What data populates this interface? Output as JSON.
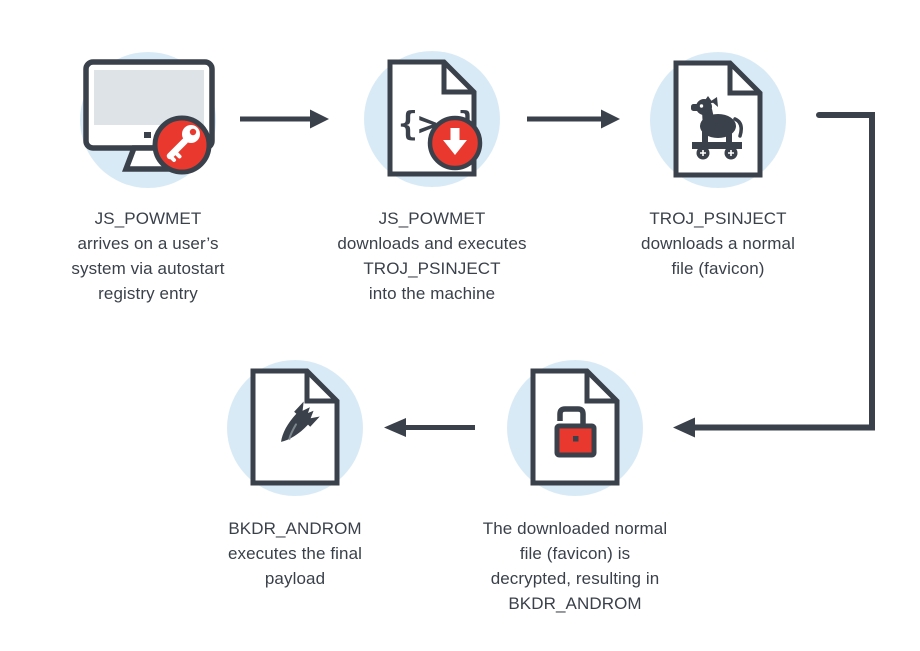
{
  "colors": {
    "dark": "#3a414b",
    "red": "#e9392e",
    "light_blue": "#d9eaf7",
    "screen_gray": "#dde3e7",
    "white": "#ffffff"
  },
  "diagram": {
    "nodes": [
      {
        "id": "step-1",
        "icon": "computer-key-icon",
        "caption": "JS_POWMET\narrives on a user’s\nsystem via autostart\nregistry entry"
      },
      {
        "id": "step-2",
        "icon": "script-file-download-icon",
        "caption": "JS_POWMET\ndownloads and executes\nTROJ_PSINJECT\ninto the machine"
      },
      {
        "id": "step-3",
        "icon": "trojan-file-icon",
        "caption": "TROJ_PSINJECT\ndownloads a normal\nfile (favicon)"
      },
      {
        "id": "step-4",
        "icon": "unlocked-file-icon",
        "caption": "The downloaded normal\nfile (favicon) is\ndecrypted, resulting in\nBKDR_ANDROM"
      },
      {
        "id": "step-5",
        "icon": "bomb-file-icon",
        "caption": "BKDR_ANDROM\nexecutes the final\npayload"
      }
    ],
    "connections": [
      {
        "from": "step-1",
        "to": "step-2",
        "style": "straight-right"
      },
      {
        "from": "step-2",
        "to": "step-3",
        "style": "straight-right"
      },
      {
        "from": "step-3",
        "to": "step-4",
        "style": "elbow-right-down-left"
      },
      {
        "from": "step-4",
        "to": "step-5",
        "style": "straight-left"
      }
    ]
  }
}
